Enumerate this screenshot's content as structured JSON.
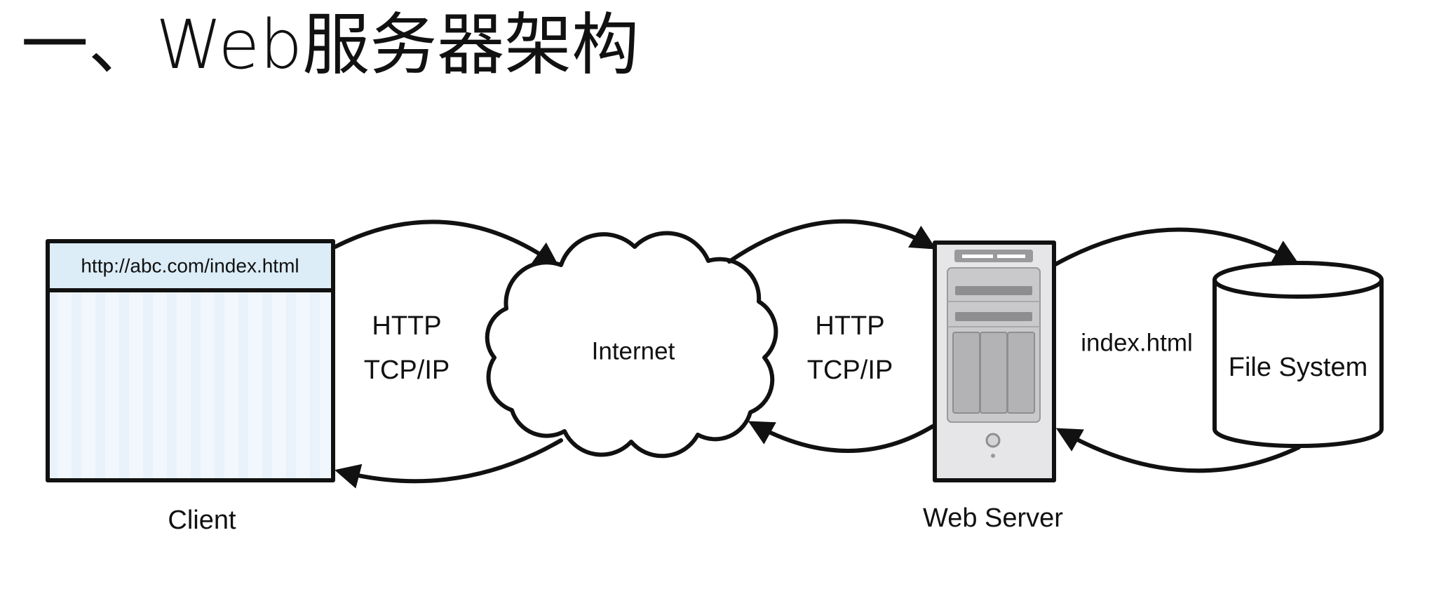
{
  "title": "一、Web服务器架构",
  "nodes": {
    "client": {
      "label": "Client",
      "address": "http://abc.com/index.html"
    },
    "internet": {
      "label": "Internet"
    },
    "web_server": {
      "label": "Web Server"
    },
    "file_system": {
      "label": "File System"
    }
  },
  "edges": {
    "client_internet": {
      "line1": "HTTP",
      "line2": "TCP/IP"
    },
    "internet_server": {
      "line1": "HTTP",
      "line2": "TCP/IP"
    },
    "server_file_system": {
      "label": "index.html"
    }
  },
  "colors": {
    "address_bar": "#dcedf8",
    "browser_body": "#f1f7fc",
    "server_case": "#e6e6e8",
    "server_panel": "#bdbdbf",
    "stroke": "#111111"
  }
}
